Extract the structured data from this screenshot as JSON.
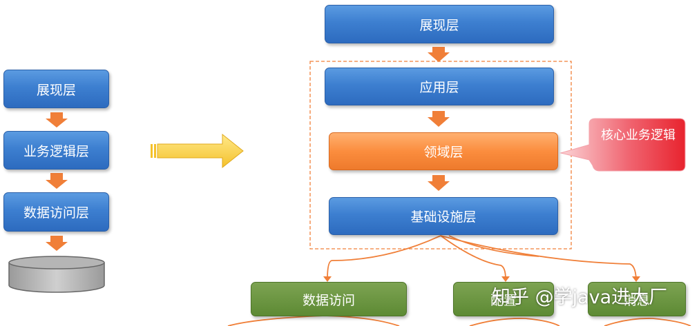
{
  "left": {
    "presentation": "展现层",
    "business_logic": "业务逻辑层",
    "data_access": "数据访问层"
  },
  "right": {
    "presentation": "展现层",
    "application": "应用层",
    "domain": "领域层",
    "infrastructure": "基础设施层"
  },
  "callout": "核心业务逻辑",
  "bottom": {
    "data_access": "数据访问",
    "config": "配置",
    "message": "消息"
  },
  "watermark": "知乎 @学java进大厂",
  "colors": {
    "blue": "#3d7fd0",
    "orange": "#fb8d3e",
    "green": "#5d8a34",
    "callout_red": "#e8232e",
    "connector": "#f07f38"
  }
}
